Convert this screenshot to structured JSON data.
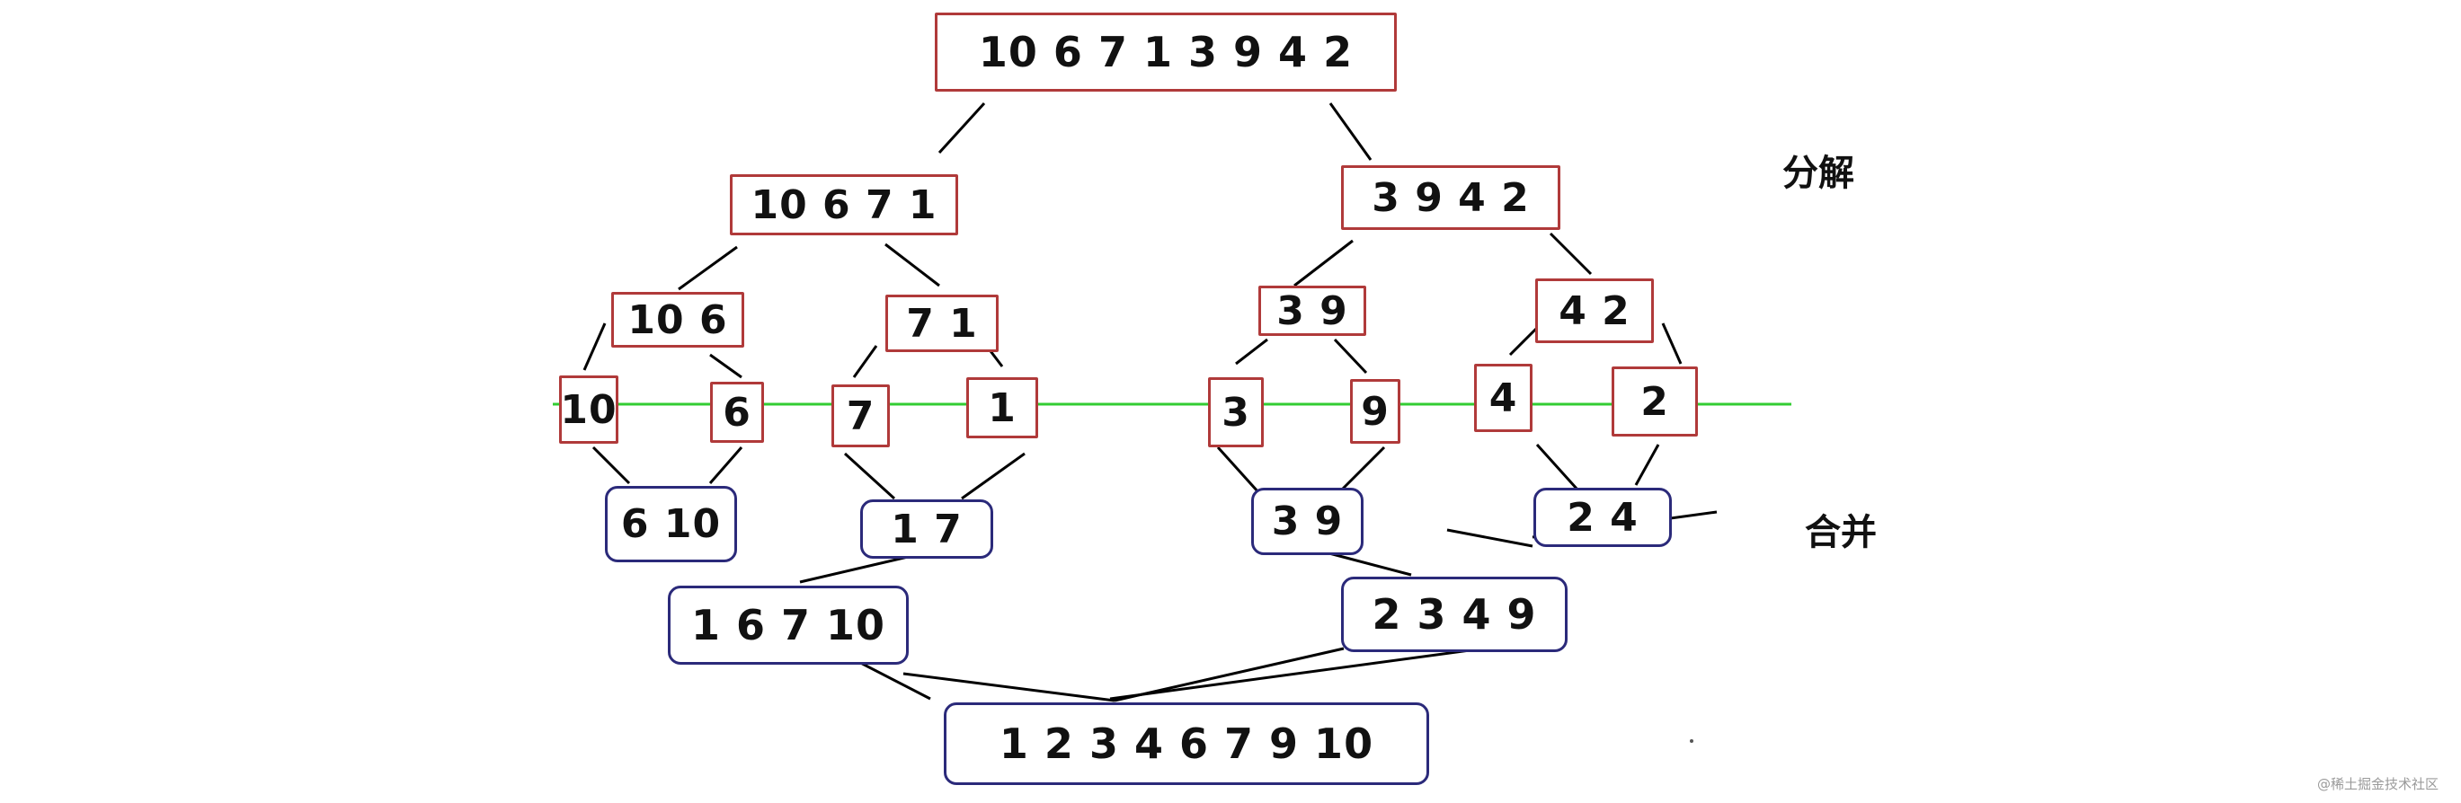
{
  "labels": {
    "split": "分解",
    "merge": "合并",
    "watermark": "@稀土掘金技术社区"
  },
  "colors": {
    "split_border": "#b03a3a",
    "merge_border": "#2b2a7a",
    "divider": "#33cc33",
    "connector": "#000000"
  },
  "nodes": {
    "root": "10 6 7 1 3 9 4 2",
    "l1_left": "10 6 7 1",
    "l1_right": "3 9 4 2",
    "l2_a": "10 6",
    "l2_b": "7 1",
    "l2_c": "3 9",
    "l2_d": "4 2",
    "leaf_10": "10",
    "leaf_6": "6",
    "leaf_7": "7",
    "leaf_1": "1",
    "leaf_3": "3",
    "leaf_9": "9",
    "leaf_4": "4",
    "leaf_2": "2",
    "m1_a": "6 10",
    "m1_b": "1 7",
    "m1_c": "3 9",
    "m1_d": "2 4",
    "m2_left": "1 6 7 10",
    "m2_right": "2 3 4 9",
    "result": "1 2 3 4 6 7 9 10"
  }
}
